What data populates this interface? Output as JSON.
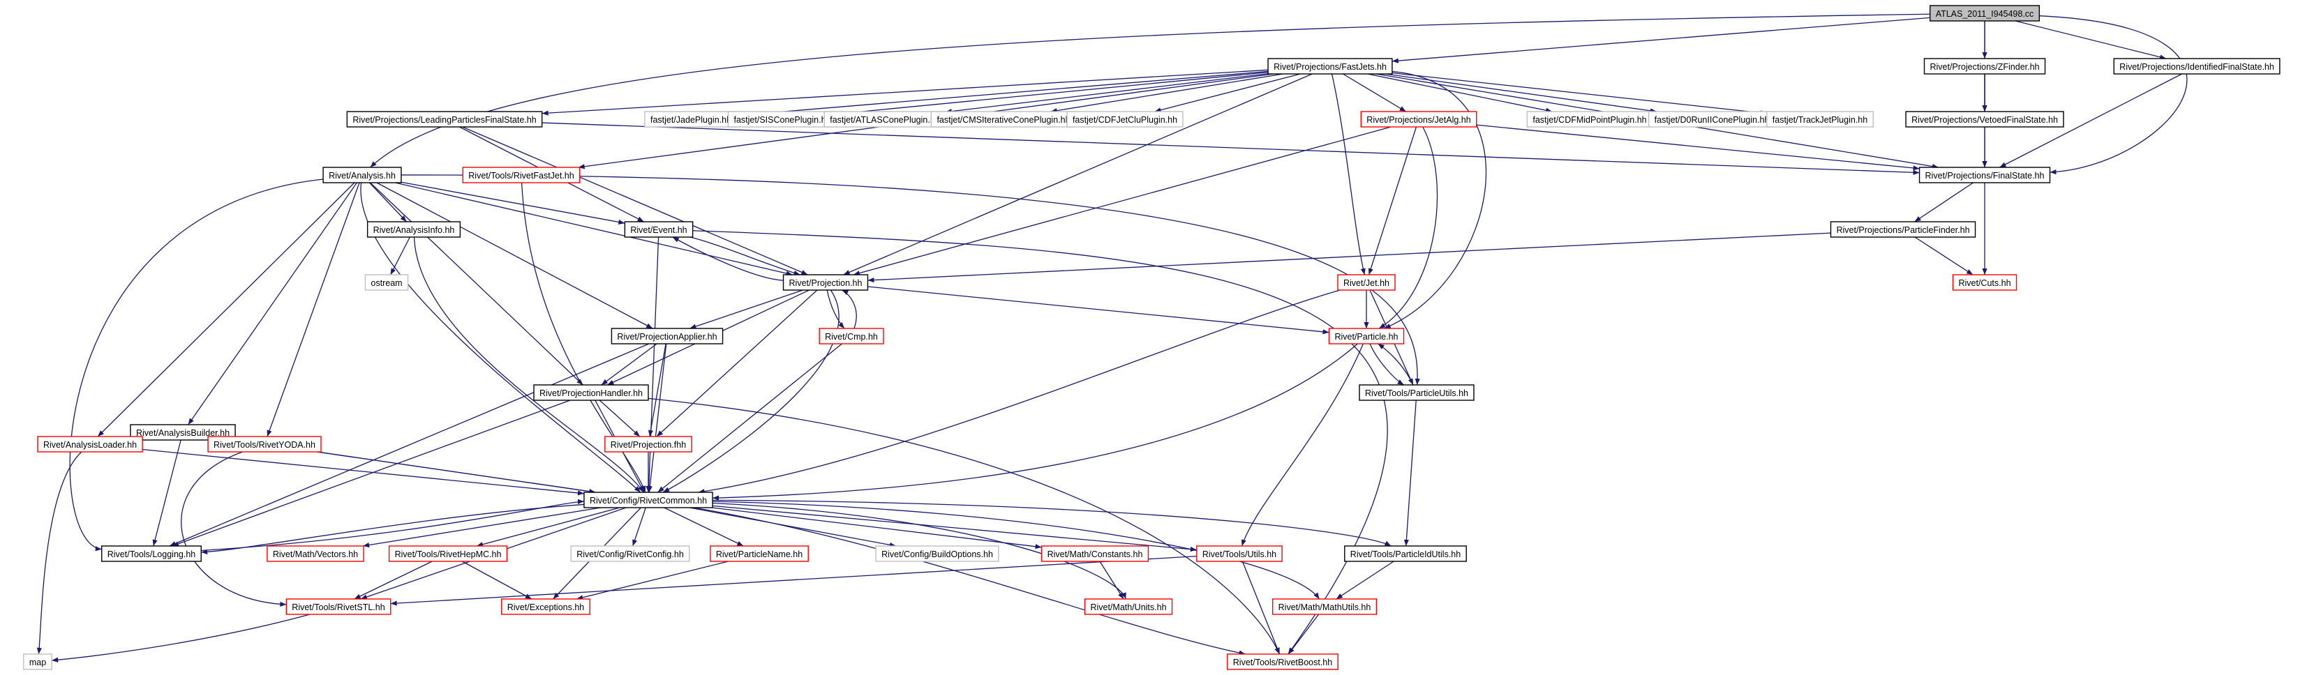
{
  "diagram": {
    "colors": {
      "edge": "#191970",
      "root_fill": "#bfbfbf",
      "box_fill": "#ffffff",
      "border_documented": "#000000",
      "border_partial": "#ff0000",
      "border_external": "#bfbfbf"
    },
    "nodes": [
      {
        "id": "root",
        "label": "ATLAS_2011_I945498.cc",
        "style": "root"
      },
      {
        "id": "fastjets",
        "label": "Rivet/Projections/FastJets.hh",
        "style": "black"
      },
      {
        "id": "zfinder",
        "label": "Rivet/Projections/ZFinder.hh",
        "style": "black"
      },
      {
        "id": "identfs",
        "label": "Rivet/Projections/IdentifiedFinalState.hh",
        "style": "black"
      },
      {
        "id": "lpfs",
        "label": "Rivet/Projections/LeadingParticlesFinalState.hh",
        "style": "black"
      },
      {
        "id": "jade",
        "label": "fastjet/JadePlugin.hh",
        "style": "gray"
      },
      {
        "id": "siscone",
        "label": "fastjet/SISConePlugin.hh",
        "style": "gray"
      },
      {
        "id": "atlascone",
        "label": "fastjet/ATLASConePlugin.hh",
        "style": "gray"
      },
      {
        "id": "cmsit",
        "label": "fastjet/CMSIterativeConePlugin.hh",
        "style": "gray"
      },
      {
        "id": "cdfjetclu",
        "label": "fastjet/CDFJetCluPlugin.hh",
        "style": "gray"
      },
      {
        "id": "jetalg",
        "label": "Rivet/Projections/JetAlg.hh",
        "style": "red"
      },
      {
        "id": "cdfmid",
        "label": "fastjet/CDFMidPointPlugin.hh",
        "style": "gray"
      },
      {
        "id": "d0run2",
        "label": "fastjet/D0RunIIConePlugin.hh",
        "style": "gray"
      },
      {
        "id": "trackjet",
        "label": "fastjet/TrackJetPlugin.hh",
        "style": "gray"
      },
      {
        "id": "vetoedfs",
        "label": "Rivet/Projections/VetoedFinalState.hh",
        "style": "black"
      },
      {
        "id": "analysis",
        "label": "Rivet/Analysis.hh",
        "style": "black"
      },
      {
        "id": "rivetfastjet",
        "label": "Rivet/Tools/RivetFastJet.hh",
        "style": "red"
      },
      {
        "id": "finalstate",
        "label": "Rivet/Projections/FinalState.hh",
        "style": "black"
      },
      {
        "id": "analysisinfo",
        "label": "Rivet/AnalysisInfo.hh",
        "style": "black"
      },
      {
        "id": "event",
        "label": "Rivet/Event.hh",
        "style": "black"
      },
      {
        "id": "partfinder",
        "label": "Rivet/Projections/ParticleFinder.hh",
        "style": "black"
      },
      {
        "id": "ostream",
        "label": "ostream",
        "style": "gray"
      },
      {
        "id": "projection",
        "label": "Rivet/Projection.hh",
        "style": "black"
      },
      {
        "id": "jet",
        "label": "Rivet/Jet.hh",
        "style": "red"
      },
      {
        "id": "cuts",
        "label": "Rivet/Cuts.hh",
        "style": "red"
      },
      {
        "id": "cmp",
        "label": "Rivet/Cmp.hh",
        "style": "red"
      },
      {
        "id": "projapplier",
        "label": "Rivet/ProjectionApplier.hh",
        "style": "black"
      },
      {
        "id": "particle",
        "label": "Rivet/Particle.hh",
        "style": "red"
      },
      {
        "id": "projhandler",
        "label": "Rivet/ProjectionHandler.hh",
        "style": "black"
      },
      {
        "id": "partutils",
        "label": "Rivet/Tools/ParticleUtils.hh",
        "style": "black"
      },
      {
        "id": "anabuilder",
        "label": "Rivet/AnalysisBuilder.hh",
        "style": "black"
      },
      {
        "id": "analoader",
        "label": "Rivet/AnalysisLoader.hh",
        "style": "red"
      },
      {
        "id": "rivetyoda",
        "label": "Rivet/Tools/RivetYODA.hh",
        "style": "red"
      },
      {
        "id": "projfhh",
        "label": "Rivet/Projection.fhh",
        "style": "red"
      },
      {
        "id": "rivetcommon",
        "label": "Rivet/Config/RivetCommon.hh",
        "style": "black"
      },
      {
        "id": "logging",
        "label": "Rivet/Tools/Logging.hh",
        "style": "black"
      },
      {
        "id": "vectors",
        "label": "Rivet/Math/Vectors.hh",
        "style": "red"
      },
      {
        "id": "hepmc",
        "label": "Rivet/Tools/RivetHepMC.hh",
        "style": "red"
      },
      {
        "id": "rivetconfig",
        "label": "Rivet/Config/RivetConfig.hh",
        "style": "gray"
      },
      {
        "id": "partname",
        "label": "Rivet/ParticleName.hh",
        "style": "red"
      },
      {
        "id": "buildopts",
        "label": "Rivet/Config/BuildOptions.hh",
        "style": "gray"
      },
      {
        "id": "constants",
        "label": "Rivet/Math/Constants.hh",
        "style": "red"
      },
      {
        "id": "toolsutils",
        "label": "Rivet/Tools/Utils.hh",
        "style": "red"
      },
      {
        "id": "partidutils",
        "label": "Rivet/Tools/ParticleIdUtils.hh",
        "style": "black"
      },
      {
        "id": "rivetstl",
        "label": "Rivet/Tools/RivetSTL.hh",
        "style": "red"
      },
      {
        "id": "exceptions",
        "label": "Rivet/Exceptions.hh",
        "style": "red"
      },
      {
        "id": "units",
        "label": "Rivet/Math/Units.hh",
        "style": "red"
      },
      {
        "id": "mathutils",
        "label": "Rivet/Math/MathUtils.hh",
        "style": "red"
      },
      {
        "id": "map",
        "label": "map",
        "style": "gray"
      },
      {
        "id": "rivetboost",
        "label": "Rivet/Tools/RivetBoost.hh",
        "style": "red"
      }
    ],
    "edges": [
      [
        "root",
        "fastjets"
      ],
      [
        "root",
        "zfinder"
      ],
      [
        "root",
        "identfs"
      ],
      [
        "root",
        "vetoedfs"
      ],
      [
        "root",
        "analysis"
      ],
      [
        "root",
        "finalstate"
      ],
      [
        "fastjets",
        "lpfs"
      ],
      [
        "fastjets",
        "jade"
      ],
      [
        "fastjets",
        "siscone"
      ],
      [
        "fastjets",
        "atlascone"
      ],
      [
        "fastjets",
        "cmsit"
      ],
      [
        "fastjets",
        "cdfjetclu"
      ],
      [
        "fastjets",
        "jetalg"
      ],
      [
        "fastjets",
        "cdfmid"
      ],
      [
        "fastjets",
        "d0run2"
      ],
      [
        "fastjets",
        "trackjet"
      ],
      [
        "fastjets",
        "rivetfastjet"
      ],
      [
        "fastjets",
        "finalstate"
      ],
      [
        "fastjets",
        "projection"
      ],
      [
        "fastjets",
        "jet"
      ],
      [
        "fastjets",
        "particle"
      ],
      [
        "zfinder",
        "finalstate"
      ],
      [
        "zfinder",
        "vetoedfs"
      ],
      [
        "identfs",
        "finalstate"
      ],
      [
        "vetoedfs",
        "finalstate"
      ],
      [
        "lpfs",
        "finalstate"
      ],
      [
        "lpfs",
        "event"
      ],
      [
        "lpfs",
        "projection"
      ],
      [
        "jetalg",
        "finalstate"
      ],
      [
        "jetalg",
        "projection"
      ],
      [
        "jetalg",
        "jet"
      ],
      [
        "jetalg",
        "particle"
      ],
      [
        "finalstate",
        "partfinder"
      ],
      [
        "finalstate",
        "cuts"
      ],
      [
        "partfinder",
        "projection"
      ],
      [
        "partfinder",
        "cuts"
      ],
      [
        "analysis",
        "analysisinfo"
      ],
      [
        "analysis",
        "event"
      ],
      [
        "analysis",
        "projection"
      ],
      [
        "analysis",
        "projapplier"
      ],
      [
        "analysis",
        "projhandler"
      ],
      [
        "analysis",
        "anabuilder"
      ],
      [
        "analysis",
        "analoader"
      ],
      [
        "analysis",
        "rivetyoda"
      ],
      [
        "analysis",
        "rivetcommon"
      ],
      [
        "analysis",
        "logging"
      ],
      [
        "analysis",
        "partutils"
      ],
      [
        "analysisinfo",
        "ostream"
      ],
      [
        "analysisinfo",
        "rivetcommon"
      ],
      [
        "event",
        "projection"
      ],
      [
        "event",
        "rivetcommon"
      ],
      [
        "event",
        "rivetboost"
      ],
      [
        "projection",
        "event"
      ],
      [
        "projection",
        "cmp"
      ],
      [
        "projection",
        "projapplier"
      ],
      [
        "projection",
        "projhandler"
      ],
      [
        "projection",
        "projfhh"
      ],
      [
        "projection",
        "particle"
      ],
      [
        "projection",
        "rivetcommon"
      ],
      [
        "cmp",
        "projection"
      ],
      [
        "cmp",
        "rivetcommon"
      ],
      [
        "projapplier",
        "projhandler"
      ],
      [
        "projapplier",
        "projfhh"
      ],
      [
        "projapplier",
        "rivetcommon"
      ],
      [
        "projapplier",
        "logging"
      ],
      [
        "projhandler",
        "projfhh"
      ],
      [
        "projhandler",
        "rivetcommon"
      ],
      [
        "projhandler",
        "logging"
      ],
      [
        "projhandler",
        "rivetboost"
      ],
      [
        "projfhh",
        "rivetcommon"
      ],
      [
        "jet",
        "particle"
      ],
      [
        "jet",
        "partutils"
      ],
      [
        "jet",
        "rivetcommon"
      ],
      [
        "particle",
        "partutils"
      ],
      [
        "particle",
        "rivetcommon"
      ],
      [
        "particle",
        "toolsutils"
      ],
      [
        "partutils",
        "particle"
      ],
      [
        "partutils",
        "partidutils"
      ],
      [
        "anabuilder",
        "analoader"
      ],
      [
        "anabuilder",
        "rivetcommon"
      ],
      [
        "anabuilder",
        "logging"
      ],
      [
        "analoader",
        "rivetcommon"
      ],
      [
        "analoader",
        "map"
      ],
      [
        "rivetyoda",
        "rivetcommon"
      ],
      [
        "rivetyoda",
        "rivetstl"
      ],
      [
        "rivetfastjet",
        "rivetcommon"
      ],
      [
        "rivetcommon",
        "logging"
      ],
      [
        "rivetcommon",
        "vectors"
      ],
      [
        "rivetcommon",
        "hepmc"
      ],
      [
        "rivetcommon",
        "rivetconfig"
      ],
      [
        "rivetcommon",
        "partname"
      ],
      [
        "rivetcommon",
        "buildopts"
      ],
      [
        "rivetcommon",
        "constants"
      ],
      [
        "rivetcommon",
        "toolsutils"
      ],
      [
        "rivetcommon",
        "partidutils"
      ],
      [
        "rivetcommon",
        "rivetstl"
      ],
      [
        "rivetcommon",
        "exceptions"
      ],
      [
        "rivetcommon",
        "units"
      ],
      [
        "rivetcommon",
        "mathutils"
      ],
      [
        "rivetcommon",
        "rivetboost"
      ],
      [
        "logging",
        "rivetcommon"
      ],
      [
        "hepmc",
        "rivetstl"
      ],
      [
        "hepmc",
        "exceptions"
      ],
      [
        "partname",
        "exceptions"
      ],
      [
        "constants",
        "units"
      ],
      [
        "toolsutils",
        "rivetstl"
      ],
      [
        "toolsutils",
        "rivetboost"
      ],
      [
        "partidutils",
        "mathutils"
      ],
      [
        "mathutils",
        "rivetboost"
      ],
      [
        "rivetstl",
        "map"
      ]
    ]
  }
}
